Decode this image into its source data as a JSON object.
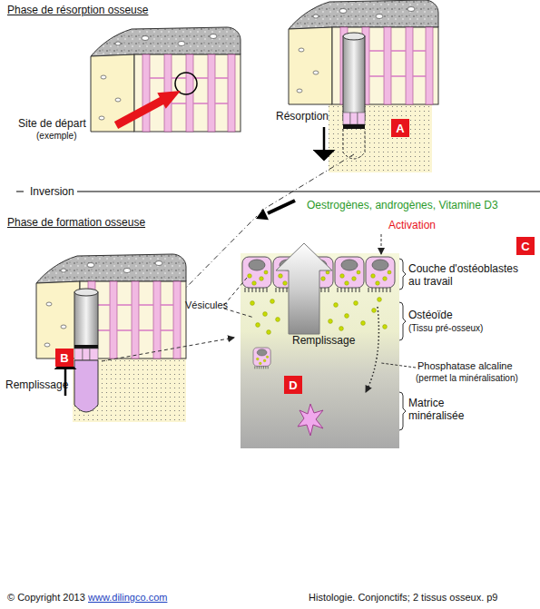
{
  "diagram": {
    "nodes": [
      {
        "text": [
          "A"
        ]
      },
      {
        "text": [
          "C"
        ]
      },
      {
        "text": [
          "B"
        ]
      },
      {
        "text": [
          "Remplissage"
        ]
      },
      {
        "text": [
          "D"
        ],
        "in": 3
      }
    ],
    "labels": [
      "Phase de résorption osseuse",
      "Site de départ",
      "(exemple)",
      "Résorption",
      "Inversion",
      "Phase de formation osseuse",
      "Remplissage",
      "Oestrogènes, androgènes, Vitamine D3",
      "Activation",
      "Vésicules",
      "Couche d'ostéoblastes au travail",
      "Ostéoïde",
      "(Tissu pré-osseux)",
      "Phosphatase alcaline",
      "(permet la minéralisation)",
      "Matrice minéralisée",
      "© Copyright 2013",
      "www.dilingco.com",
      "Histologie. Conjonctifs; 2 tissus osseux. p9"
    ]
  }
}
